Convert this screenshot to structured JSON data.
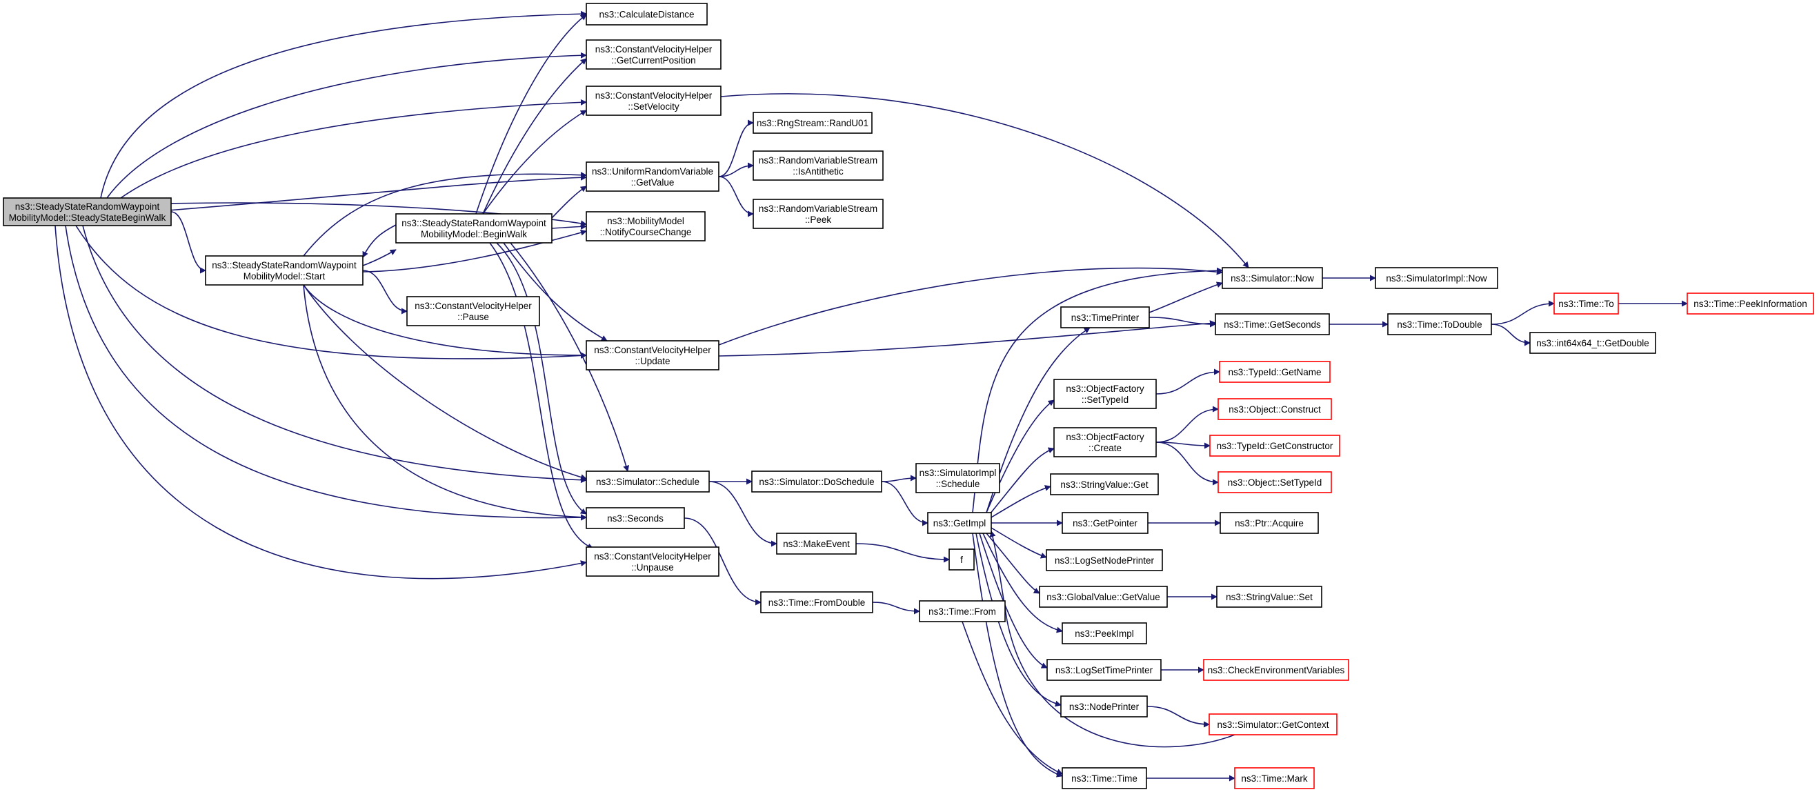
{
  "colors": {
    "edge": "#191970",
    "root_fill": "#bfbfbf",
    "truncated_border": "#ff0000",
    "border": "#000000"
  },
  "nodes": [
    {
      "id": "root",
      "label": [
        "ns3::SteadyStateRandomWaypoint",
        "MobilityModel::SteadyStateBeginWalk"
      ],
      "root": true
    },
    {
      "id": "start",
      "label": [
        "ns3::SteadyStateRandomWaypoint",
        "MobilityModel::Start"
      ]
    },
    {
      "id": "beginwalk",
      "label": [
        "ns3::SteadyStateRandomWaypoint",
        "MobilityModel::BeginWalk"
      ]
    },
    {
      "id": "calcdist",
      "label": [
        "ns3::CalculateDistance"
      ]
    },
    {
      "id": "getcurpos",
      "label": [
        "ns3::ConstantVelocityHelper",
        "::GetCurrentPosition"
      ]
    },
    {
      "id": "setvel",
      "label": [
        "ns3::ConstantVelocityHelper",
        "::SetVelocity"
      ]
    },
    {
      "id": "urvgetvalue",
      "label": [
        "ns3::UniformRandomVariable",
        "::GetValue"
      ]
    },
    {
      "id": "notify",
      "label": [
        "ns3::MobilityModel",
        "::NotifyCourseChange"
      ]
    },
    {
      "id": "pause",
      "label": [
        "ns3::ConstantVelocityHelper",
        "::Pause"
      ]
    },
    {
      "id": "update",
      "label": [
        "ns3::ConstantVelocityHelper",
        "::Update"
      ]
    },
    {
      "id": "schedule",
      "label": [
        "ns3::Simulator::Schedule"
      ]
    },
    {
      "id": "seconds",
      "label": [
        "ns3::Seconds"
      ]
    },
    {
      "id": "unpause",
      "label": [
        "ns3::ConstantVelocityHelper",
        "::Unpause"
      ]
    },
    {
      "id": "randu01",
      "label": [
        "ns3::RngStream::RandU01"
      ]
    },
    {
      "id": "isanti",
      "label": [
        "ns3::RandomVariableStream",
        "::IsAntithetic"
      ]
    },
    {
      "id": "peek",
      "label": [
        "ns3::RandomVariableStream",
        "::Peek"
      ]
    },
    {
      "id": "doschedule",
      "label": [
        "ns3::Simulator::DoSchedule"
      ]
    },
    {
      "id": "makeevent",
      "label": [
        "ns3::MakeEvent"
      ]
    },
    {
      "id": "fromdouble",
      "label": [
        "ns3::Time::FromDouble"
      ]
    },
    {
      "id": "simimplschedule",
      "label": [
        "ns3::SimulatorImpl",
        "::Schedule"
      ]
    },
    {
      "id": "getimpl",
      "label": [
        "ns3::GetImpl"
      ]
    },
    {
      "id": "f",
      "label": [
        "f"
      ]
    },
    {
      "id": "timefrom",
      "label": [
        "ns3::Time::From"
      ]
    },
    {
      "id": "timeprinter",
      "label": [
        "ns3::TimePrinter"
      ]
    },
    {
      "id": "ofsettypeid",
      "label": [
        "ns3::ObjectFactory",
        "::SetTypeId"
      ]
    },
    {
      "id": "ofcreate",
      "label": [
        "ns3::ObjectFactory",
        "::Create"
      ]
    },
    {
      "id": "svget",
      "label": [
        "ns3::StringValue::Get"
      ]
    },
    {
      "id": "getpointer",
      "label": [
        "ns3::GetPointer"
      ]
    },
    {
      "id": "logsetnode",
      "label": [
        "ns3::LogSetNodePrinter"
      ]
    },
    {
      "id": "gvgetvalue",
      "label": [
        "ns3::GlobalValue::GetValue"
      ]
    },
    {
      "id": "peekimpl",
      "label": [
        "ns3::PeekImpl"
      ]
    },
    {
      "id": "logsettime",
      "label": [
        "ns3::LogSetTimePrinter"
      ]
    },
    {
      "id": "nodeprinter",
      "label": [
        "ns3::NodePrinter"
      ]
    },
    {
      "id": "timetime",
      "label": [
        "ns3::Time::Time"
      ]
    },
    {
      "id": "simnow",
      "label": [
        "ns3::Simulator::Now"
      ]
    },
    {
      "id": "timegetseconds",
      "label": [
        "ns3::Time::GetSeconds"
      ]
    },
    {
      "id": "tgetname",
      "label": [
        "ns3::TypeId::GetName"
      ],
      "truncated": true
    },
    {
      "id": "objconstruct",
      "label": [
        "ns3::Object::Construct"
      ],
      "truncated": true
    },
    {
      "id": "tgetctor",
      "label": [
        "ns3::TypeId::GetConstructor"
      ],
      "truncated": true
    },
    {
      "id": "objsettypeid",
      "label": [
        "ns3::Object::SetTypeId"
      ],
      "truncated": true
    },
    {
      "id": "ptracquire",
      "label": [
        "ns3::Ptr::Acquire"
      ]
    },
    {
      "id": "svset",
      "label": [
        "ns3::StringValue::Set"
      ]
    },
    {
      "id": "checkenv",
      "label": [
        "ns3::CheckEnvironmentVariables"
      ],
      "truncated": true
    },
    {
      "id": "simgetcontext",
      "label": [
        "ns3::Simulator::GetContext"
      ],
      "truncated": true
    },
    {
      "id": "timemark",
      "label": [
        "ns3::Time::Mark"
      ],
      "truncated": true
    },
    {
      "id": "simimplnow",
      "label": [
        "ns3::SimulatorImpl::Now"
      ]
    },
    {
      "id": "todouble",
      "label": [
        "ns3::Time::ToDouble"
      ]
    },
    {
      "id": "timeto",
      "label": [
        "ns3::Time::To"
      ],
      "truncated": true
    },
    {
      "id": "getdouble",
      "label": [
        "ns3::int64x64_t::GetDouble"
      ]
    },
    {
      "id": "peekinfo",
      "label": [
        "ns3::Time::PeekInformation"
      ],
      "truncated": true
    }
  ],
  "edges": [
    [
      "root",
      "calcdist"
    ],
    [
      "root",
      "getcurpos"
    ],
    [
      "root",
      "setvel"
    ],
    [
      "root",
      "urvgetvalue"
    ],
    [
      "root",
      "notify"
    ],
    [
      "root",
      "start"
    ],
    [
      "root",
      "update"
    ],
    [
      "root",
      "schedule"
    ],
    [
      "root",
      "seconds"
    ],
    [
      "root",
      "unpause"
    ],
    [
      "start",
      "beginwalk"
    ],
    [
      "start",
      "urvgetvalue"
    ],
    [
      "start",
      "notify"
    ],
    [
      "start",
      "pause"
    ],
    [
      "start",
      "update"
    ],
    [
      "start",
      "schedule"
    ],
    [
      "start",
      "seconds"
    ],
    [
      "beginwalk",
      "start"
    ],
    [
      "beginwalk",
      "calcdist"
    ],
    [
      "beginwalk",
      "getcurpos"
    ],
    [
      "beginwalk",
      "setvel"
    ],
    [
      "beginwalk",
      "urvgetvalue"
    ],
    [
      "beginwalk",
      "notify"
    ],
    [
      "beginwalk",
      "update"
    ],
    [
      "beginwalk",
      "schedule"
    ],
    [
      "beginwalk",
      "seconds"
    ],
    [
      "beginwalk",
      "unpause"
    ],
    [
      "setvel",
      "simnow"
    ],
    [
      "urvgetvalue",
      "randu01"
    ],
    [
      "urvgetvalue",
      "isanti"
    ],
    [
      "urvgetvalue",
      "peek"
    ],
    [
      "update",
      "simnow"
    ],
    [
      "update",
      "timegetseconds"
    ],
    [
      "schedule",
      "doschedule"
    ],
    [
      "schedule",
      "makeevent"
    ],
    [
      "seconds",
      "fromdouble"
    ],
    [
      "doschedule",
      "simimplschedule"
    ],
    [
      "doschedule",
      "getimpl"
    ],
    [
      "makeevent",
      "f"
    ],
    [
      "fromdouble",
      "timefrom"
    ],
    [
      "timefrom",
      "timetime"
    ],
    [
      "getimpl",
      "simnow"
    ],
    [
      "getimpl",
      "timeprinter"
    ],
    [
      "getimpl",
      "ofsettypeid"
    ],
    [
      "getimpl",
      "ofcreate"
    ],
    [
      "getimpl",
      "svget"
    ],
    [
      "getimpl",
      "getpointer"
    ],
    [
      "getimpl",
      "logsetnode"
    ],
    [
      "getimpl",
      "gvgetvalue"
    ],
    [
      "getimpl",
      "peekimpl"
    ],
    [
      "getimpl",
      "logsettime"
    ],
    [
      "getimpl",
      "nodeprinter"
    ],
    [
      "getimpl",
      "timetime"
    ],
    [
      "timeprinter",
      "simnow"
    ],
    [
      "timeprinter",
      "timegetseconds"
    ],
    [
      "ofsettypeid",
      "tgetname"
    ],
    [
      "ofcreate",
      "objconstruct"
    ],
    [
      "ofcreate",
      "tgetctor"
    ],
    [
      "ofcreate",
      "objsettypeid"
    ],
    [
      "getpointer",
      "ptracquire"
    ],
    [
      "gvgetvalue",
      "svset"
    ],
    [
      "logsettime",
      "checkenv"
    ],
    [
      "nodeprinter",
      "simgetcontext"
    ],
    [
      "simgetcontext",
      "getimpl"
    ],
    [
      "timetime",
      "timemark"
    ],
    [
      "simnow",
      "simimplnow"
    ],
    [
      "timegetseconds",
      "todouble"
    ],
    [
      "todouble",
      "timeto"
    ],
    [
      "todouble",
      "getdouble"
    ],
    [
      "timeto",
      "peekinfo"
    ]
  ]
}
